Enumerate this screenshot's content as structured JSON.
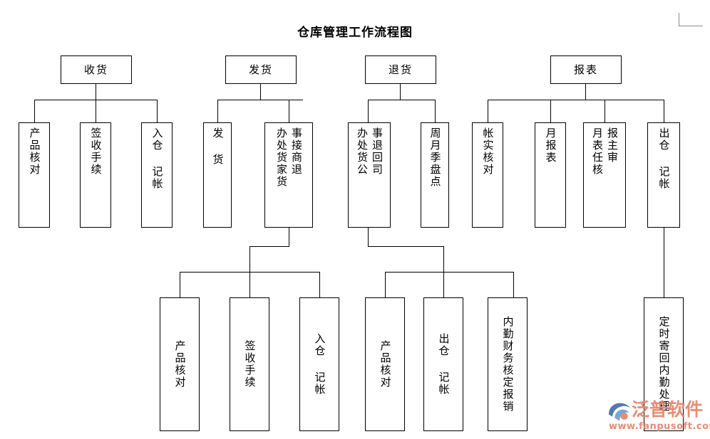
{
  "page": {
    "title": "仓库管理工作流程图",
    "background": "#ffffff",
    "line_color": "#000000"
  },
  "groups": [
    {
      "id": "receiving",
      "header": "收货",
      "children": [
        "产品核对",
        "签收手续",
        "入仓 记帐"
      ]
    },
    {
      "id": "shipping",
      "header": "发货",
      "children": [
        "发 货",
        "办处货家货|事接商退"
      ]
    },
    {
      "id": "returns",
      "header": "退货",
      "children": [
        "办处货公|事退回司",
        "周月季盘点"
      ]
    },
    {
      "id": "reports",
      "header": "报表",
      "children": [
        "帐实核对",
        "月报表",
        "月表任核|报主审",
        "出仓 记帐"
      ]
    }
  ],
  "nodes": {
    "header_receiving": "收货",
    "header_shipping": "发货",
    "header_returns": "退货",
    "header_reports": "报表",
    "recv_1": "产品核对",
    "recv_2": "签收手续",
    "recv_3": "入仓 记帐",
    "ship_1": "发 货",
    "ship_2_left": "办处货家货",
    "ship_2_right": "事接商退",
    "ret_1_left": "办处货公",
    "ret_1_right": "事退回司",
    "ret_2": "周月季盘点",
    "rep_1": "帐实核对",
    "rep_2": "月报表",
    "rep_3_left": "月表任核",
    "rep_3_right": "报主审",
    "rep_4": "出仓 记帐",
    "sub_ship_1": "产品核对",
    "sub_ship_2": "签收手续",
    "sub_ship_3": "入仓 记帐",
    "sub_ret_1": "产品核对",
    "sub_ret_2": "出仓 记帐",
    "sub_ret_3": "内勤财务核定报销",
    "sub_rep_1": "定时寄回内勤处理"
  },
  "watermark": {
    "brand": "泛普软件",
    "url": "www.fanpusoft.com",
    "brand_color": "#e8836a",
    "logo_color": "#3f6fa8"
  }
}
